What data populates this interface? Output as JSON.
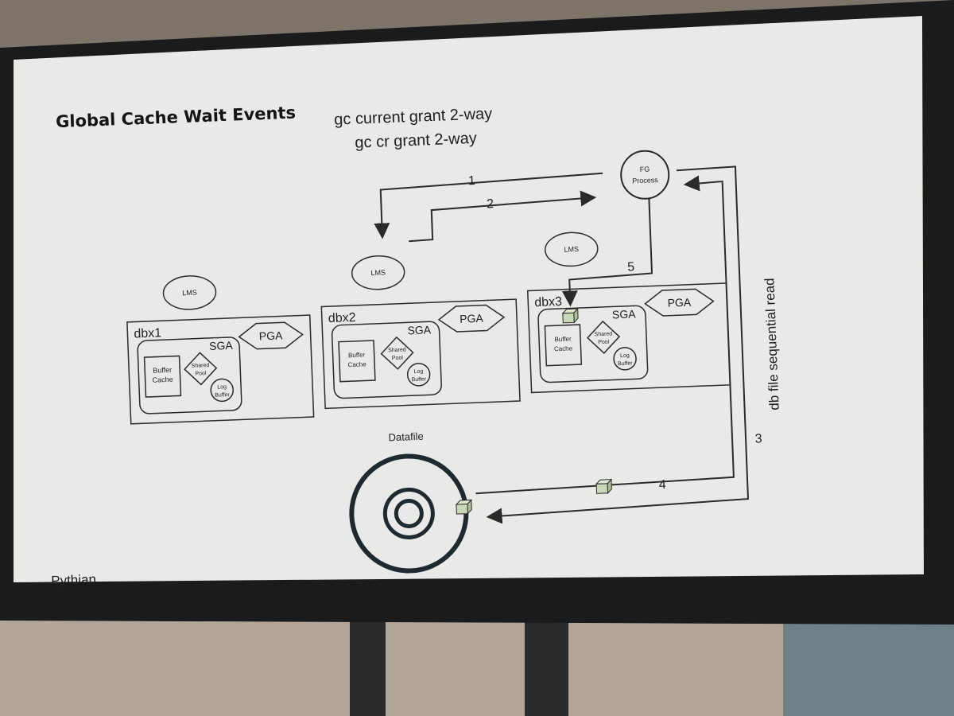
{
  "slide": {
    "title": "Global Cache Wait Events",
    "subtitle_line1": "gc current grant 2-way",
    "subtitle_line2": "gc cr grant 2-way",
    "brand": "Pythian"
  },
  "diagram": {
    "fg_process": {
      "line1": "FG",
      "line2": "Process"
    },
    "lms_label": "LMS",
    "instances": [
      {
        "name": "dbx1",
        "sga": "SGA",
        "pga": "PGA",
        "buffer_cache_line1": "Buffer",
        "buffer_cache_line2": "Cache",
        "shared_pool_line1": "Shared",
        "shared_pool_line2": "Pool",
        "log_buffer_line1": "Log",
        "log_buffer_line2": "Buffer"
      },
      {
        "name": "dbx2",
        "sga": "SGA",
        "pga": "PGA",
        "buffer_cache_line1": "Buffer",
        "buffer_cache_line2": "Cache",
        "shared_pool_line1": "Shared",
        "shared_pool_line2": "Pool",
        "log_buffer_line1": "Log",
        "log_buffer_line2": "Buffer"
      },
      {
        "name": "dbx3",
        "sga": "SGA",
        "pga": "PGA",
        "buffer_cache_line1": "Buffer",
        "buffer_cache_line2": "Cache",
        "shared_pool_line1": "Shared",
        "shared_pool_line2": "Pool",
        "log_buffer_line1": "Log",
        "log_buffer_line2": "Buffer"
      }
    ],
    "datafile_label": "Datafile",
    "steps": [
      "1",
      "2",
      "3",
      "4",
      "5"
    ],
    "side_label": "db file sequential read",
    "block_color": "#c9d9b8"
  },
  "colors": {
    "slide_bg": "#e9e9e7",
    "bezel": "#1a1b1d",
    "line": "#2a2a2a"
  }
}
